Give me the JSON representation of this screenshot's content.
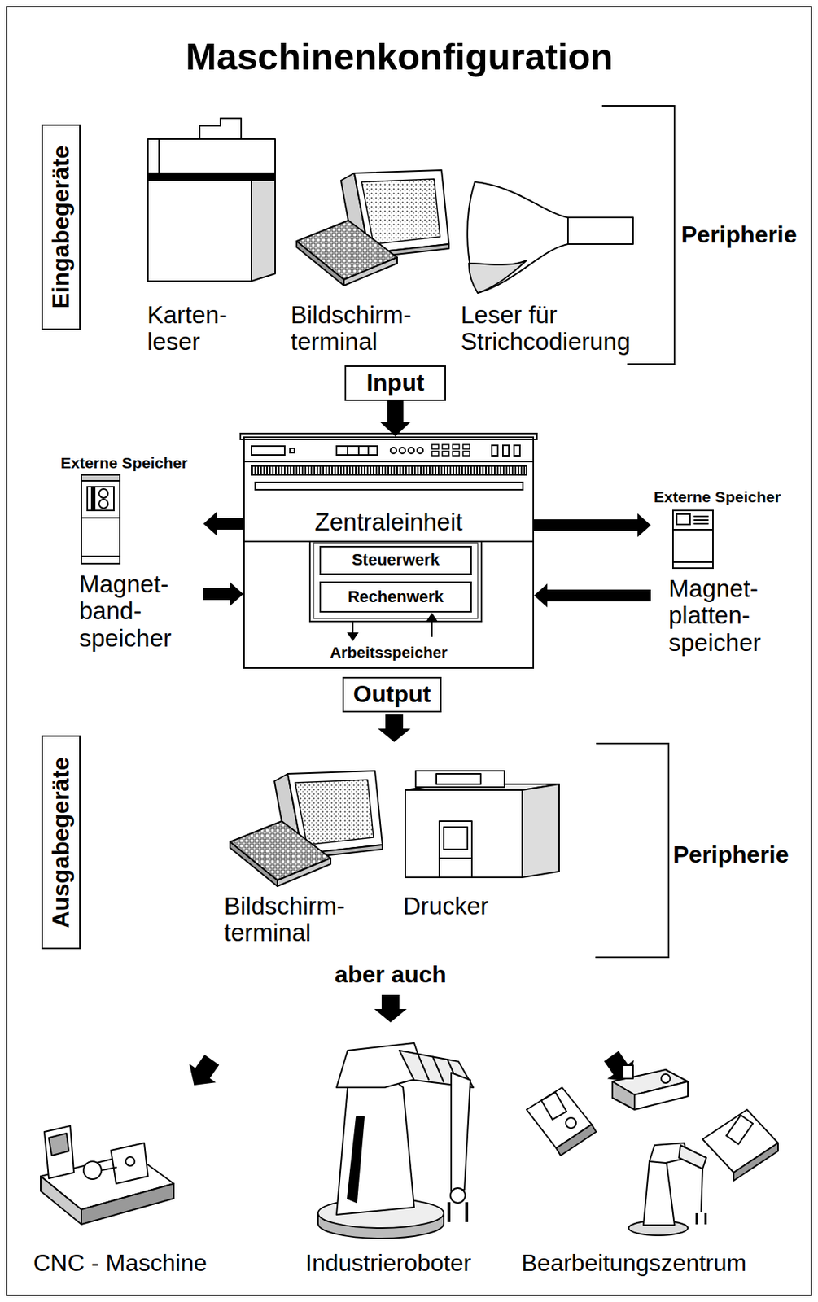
{
  "diagram": {
    "title": "Maschinenkonfiguration",
    "nodes": [
      {
        "text": [
          "Eingabegeräte"
        ]
      },
      {
        "text": [
          "Karten- leser"
        ]
      },
      {
        "text": [
          "Bildschirm- terminal"
        ]
      },
      {
        "text": [
          "Leser für Strichcodierung"
        ]
      },
      {
        "text": [
          "Input"
        ]
      },
      {
        "text": [
          "Externe Speicher",
          "Magnet- band- speicher"
        ]
      },
      {
        "text": [
          "Zentraleinheit",
          "Arbeitsspeicher"
        ]
      },
      {
        "text": [
          "Steuerwerk"
        ],
        "in": 6
      },
      {
        "text": [
          "Rechenwerk"
        ],
        "in": 6
      },
      {
        "text": [
          "Externe Speicher",
          "Magnet- platten- speicher"
        ]
      },
      {
        "text": [
          "Output"
        ]
      },
      {
        "text": [
          "Ausgabegeräte"
        ]
      },
      {
        "text": [
          "Bildschirm- terminal"
        ]
      },
      {
        "text": [
          "Drucker"
        ]
      },
      {
        "text": [
          "CNC - Maschine"
        ]
      },
      {
        "text": [
          "Industrieroboter"
        ]
      },
      {
        "text": [
          "Bearbeitungszentrum"
        ]
      }
    ],
    "edges": [
      {
        "from": 4,
        "to": 6,
        "arrow": "to"
      },
      {
        "from": 6,
        "to": 5,
        "arrow": "to"
      },
      {
        "from": 5,
        "to": 6,
        "arrow": "to"
      },
      {
        "from": 6,
        "to": 9,
        "arrow": "to"
      },
      {
        "from": 9,
        "to": 6,
        "arrow": "to"
      }
    ],
    "labels": [
      "Peripherie",
      "Peripherie",
      "aber auch"
    ]
  }
}
